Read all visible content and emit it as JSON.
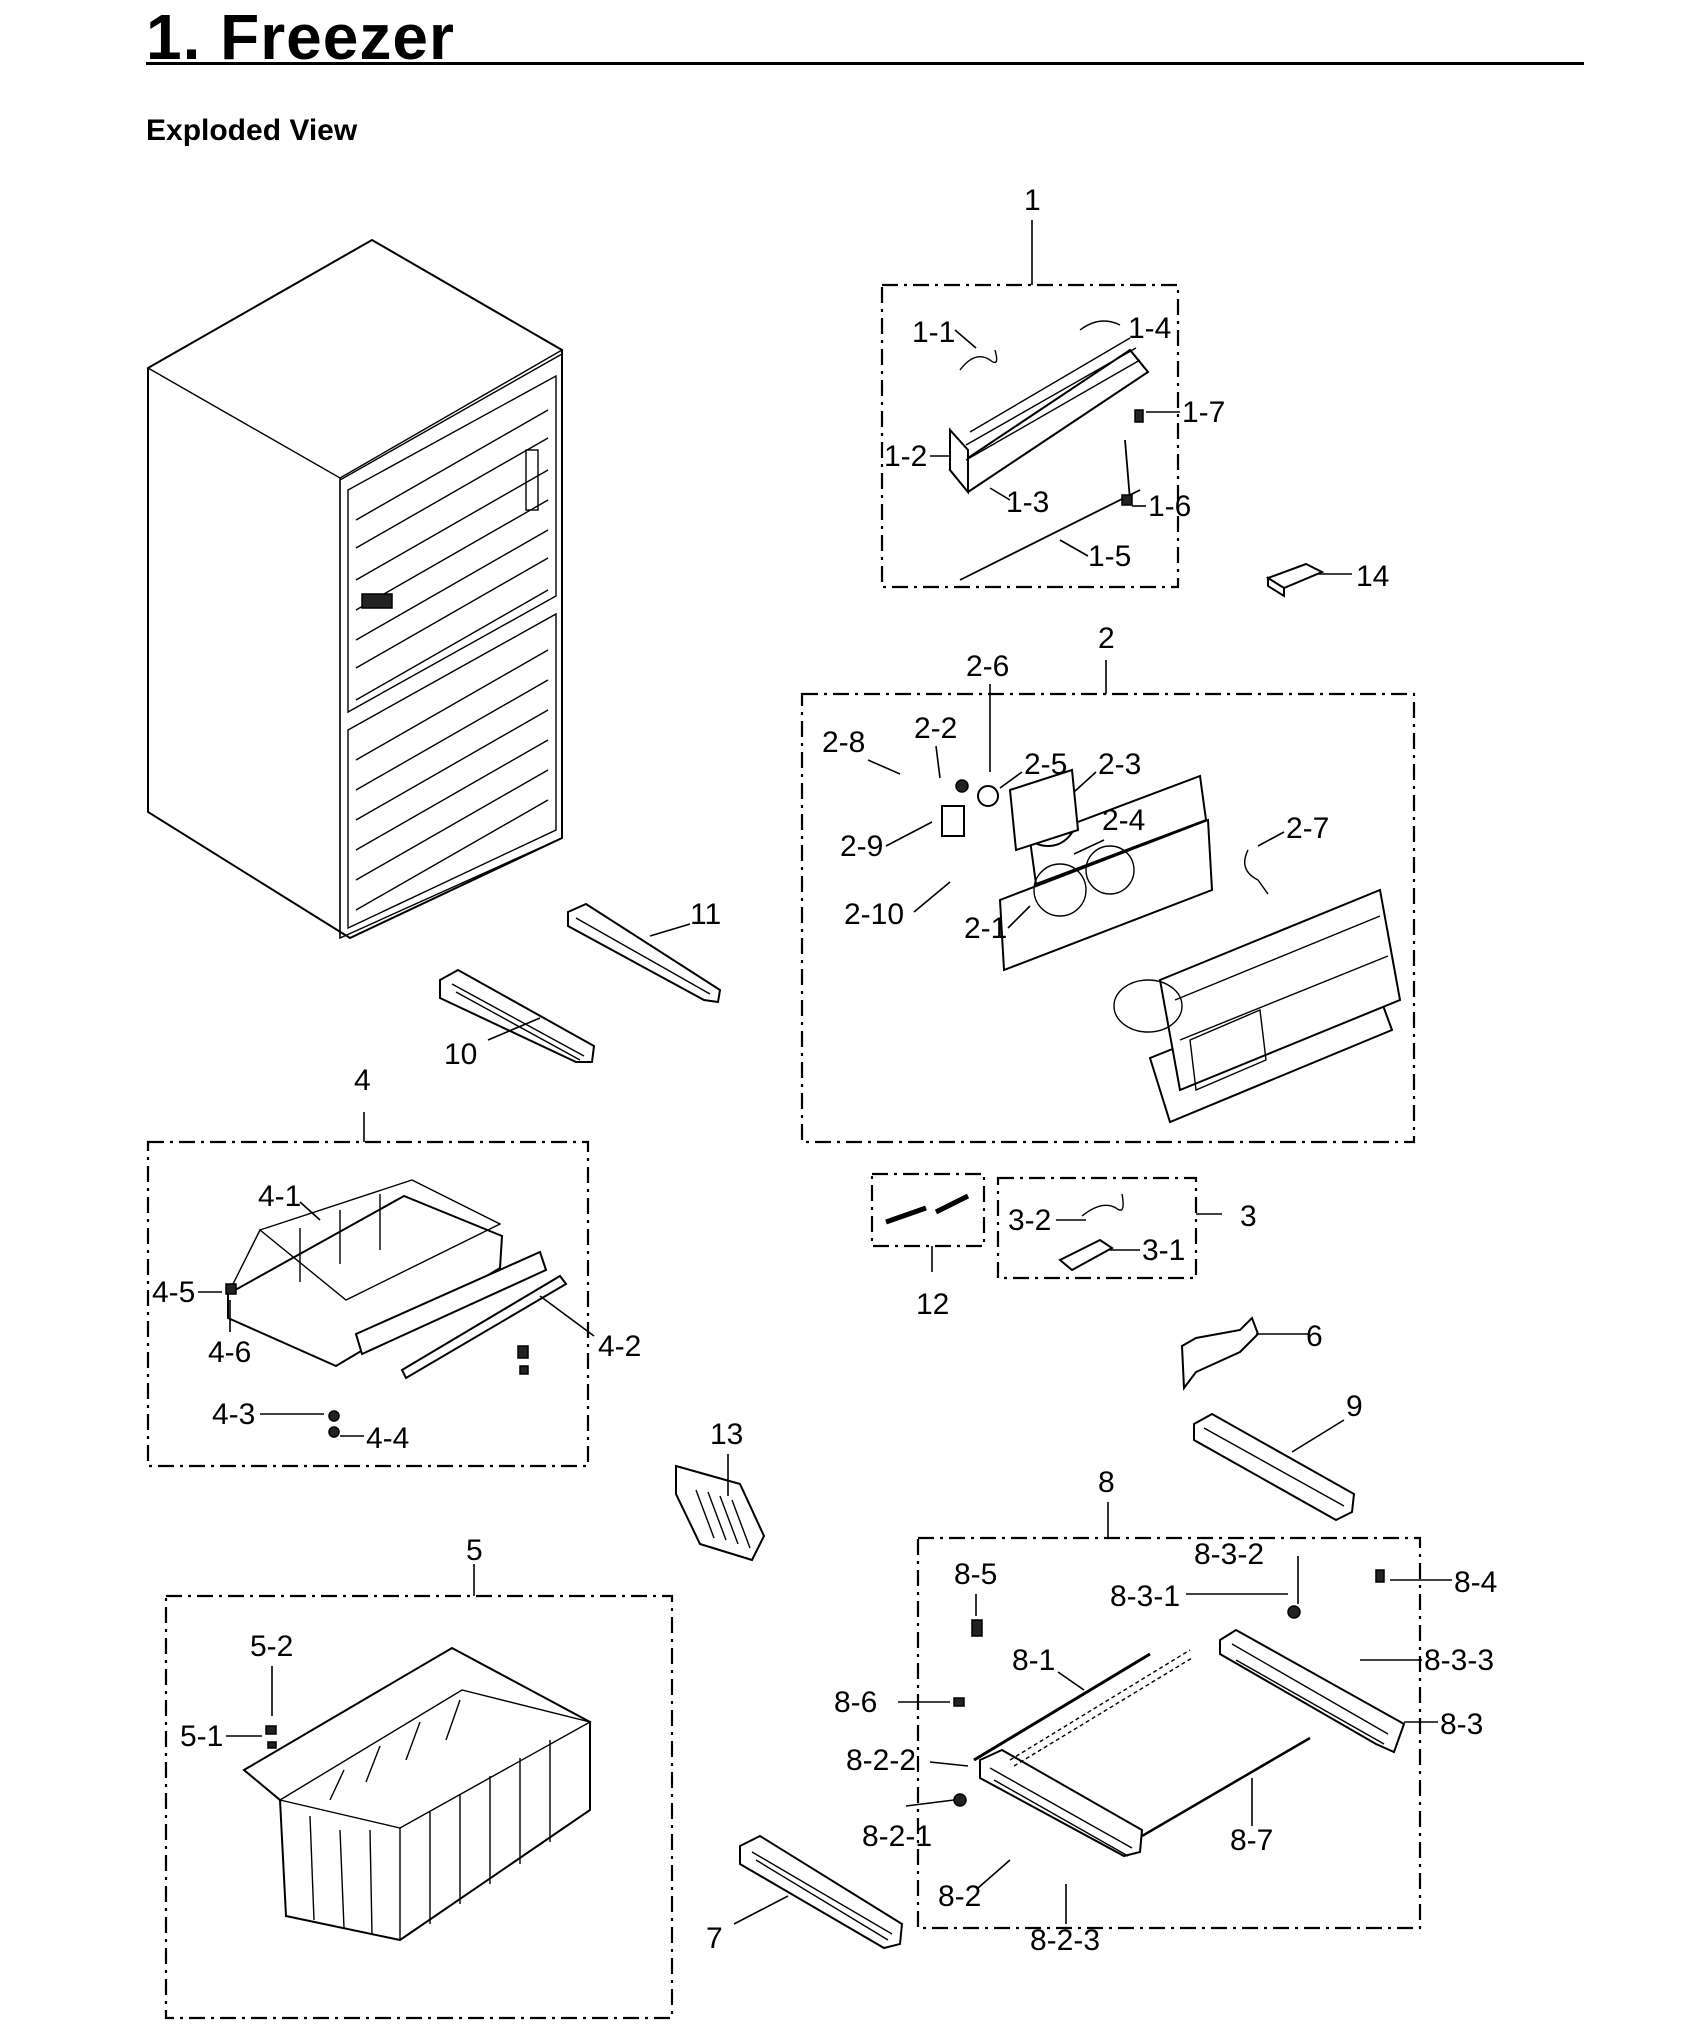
{
  "header": {
    "title": "1.  Freezer",
    "subtitle": "Exploded View"
  },
  "labels": {
    "p1": "1",
    "p1_1": "1-1",
    "p1_2": "1-2",
    "p1_3": "1-3",
    "p1_4": "1-4",
    "p1_5": "1-5",
    "p1_6": "1-6",
    "p1_7": "1-7",
    "p2": "2",
    "p2_1": "2-1",
    "p2_2": "2-2",
    "p2_3": "2-3",
    "p2_4": "2-4",
    "p2_5": "2-5",
    "p2_6": "2-6",
    "p2_7": "2-7",
    "p2_8": "2-8",
    "p2_9": "2-9",
    "p2_10": "2-10",
    "p3": "3",
    "p3_1": "3-1",
    "p3_2": "3-2",
    "p4": "4",
    "p4_1": "4-1",
    "p4_2": "4-2",
    "p4_3": "4-3",
    "p4_4": "4-4",
    "p4_5": "4-5",
    "p4_6": "4-6",
    "p5": "5",
    "p5_1": "5-1",
    "p5_2": "5-2",
    "p6": "6",
    "p7": "7",
    "p8": "8",
    "p8_1": "8-1",
    "p8_2": "8-2",
    "p8_2_1": "8-2-1",
    "p8_2_2": "8-2-2",
    "p8_2_3": "8-2-3",
    "p8_3": "8-3",
    "p8_3_1": "8-3-1",
    "p8_3_2": "8-3-2",
    "p8_3_3": "8-3-3",
    "p8_4": "8-4",
    "p8_5": "8-5",
    "p8_6": "8-6",
    "p8_7": "8-7",
    "p9": "9",
    "p10": "10",
    "p11": "11",
    "p12": "12",
    "p13": "13",
    "p14": "14"
  }
}
